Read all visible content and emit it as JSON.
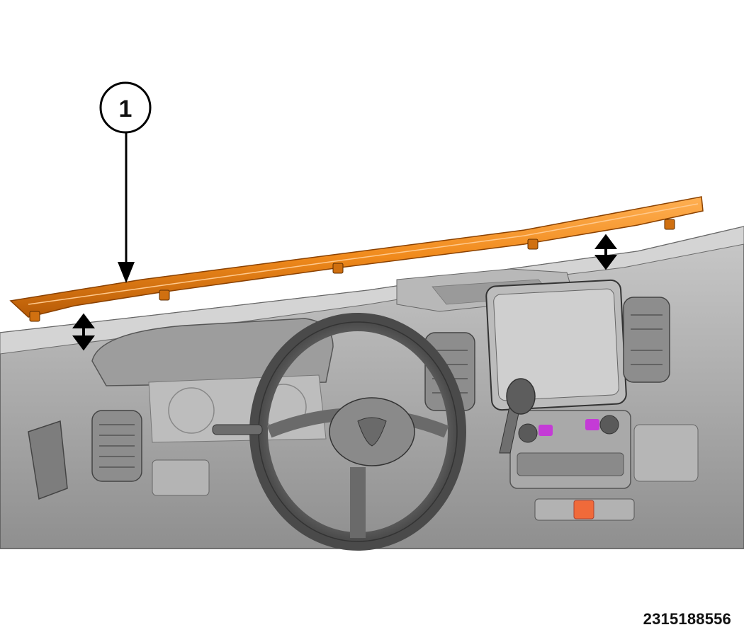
{
  "diagram": {
    "callouts": [
      {
        "label": "1",
        "part": "instrument-panel-top-cover-trim"
      }
    ],
    "figure_id": "2315188556",
    "colors": {
      "highlight_part": "#f08a1c",
      "highlight_part_dark": "#b65a06",
      "dashboard": "#a9a9a9",
      "dashboard_dark": "#6f6f6f",
      "accent_purple": "#c43bd6",
      "hazard_button": "#f06a3a"
    }
  }
}
